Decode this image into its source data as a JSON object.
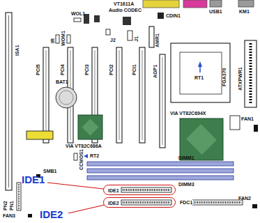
{
  "diagram": {
    "nodes": [
      {
        "text": [
          "RT1",
          "FGA370"
        ]
      },
      {
        "text": [
          "IDE1"
        ]
      },
      {
        "text": [
          "IDE2"
        ]
      },
      {
        "text": [
          "FDC1"
        ]
      }
    ],
    "labels": [
      "VT1611A",
      "Audio CODEC",
      "USB1",
      "KM1",
      "IR",
      "WOM1",
      "WOL1",
      "CDIN1",
      "J2",
      "J1",
      "AMR1",
      "ISA1",
      "PCI5",
      "PCI4",
      "PCI3",
      "PCI2",
      "PCI1",
      "AGP1",
      "ATXPWR1",
      "VIA VT82C694X",
      "FAN1",
      "BAT1",
      "VIA VT82C686A",
      "RT2",
      "CCMOS1",
      "SMB1",
      "DIMM1",
      "DIMM3",
      "IDE1",
      "IDE2",
      "FAN2",
      "PN2",
      "PN1",
      "FAN3"
    ]
  }
}
